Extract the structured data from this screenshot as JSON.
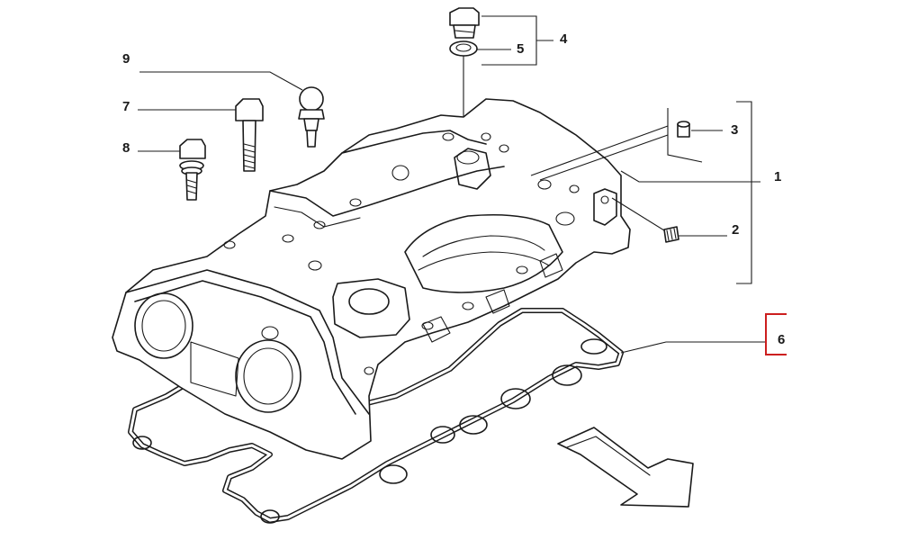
{
  "callouts": [
    {
      "id": "c1",
      "label": "1"
    },
    {
      "id": "c2",
      "label": "2"
    },
    {
      "id": "c3",
      "label": "3"
    },
    {
      "id": "c4",
      "label": "4"
    },
    {
      "id": "c5",
      "label": "5"
    },
    {
      "id": "c6",
      "label": "6",
      "highlighted": true
    },
    {
      "id": "c7",
      "label": "7"
    },
    {
      "id": "c8",
      "label": "8"
    },
    {
      "id": "c9",
      "label": "9"
    }
  ],
  "colors": {
    "line": "#1a1a1a",
    "background": "#ffffff",
    "highlight": "#cc1f1f"
  },
  "icons": {
    "direction_arrow": "front-direction-arrow-icon"
  }
}
